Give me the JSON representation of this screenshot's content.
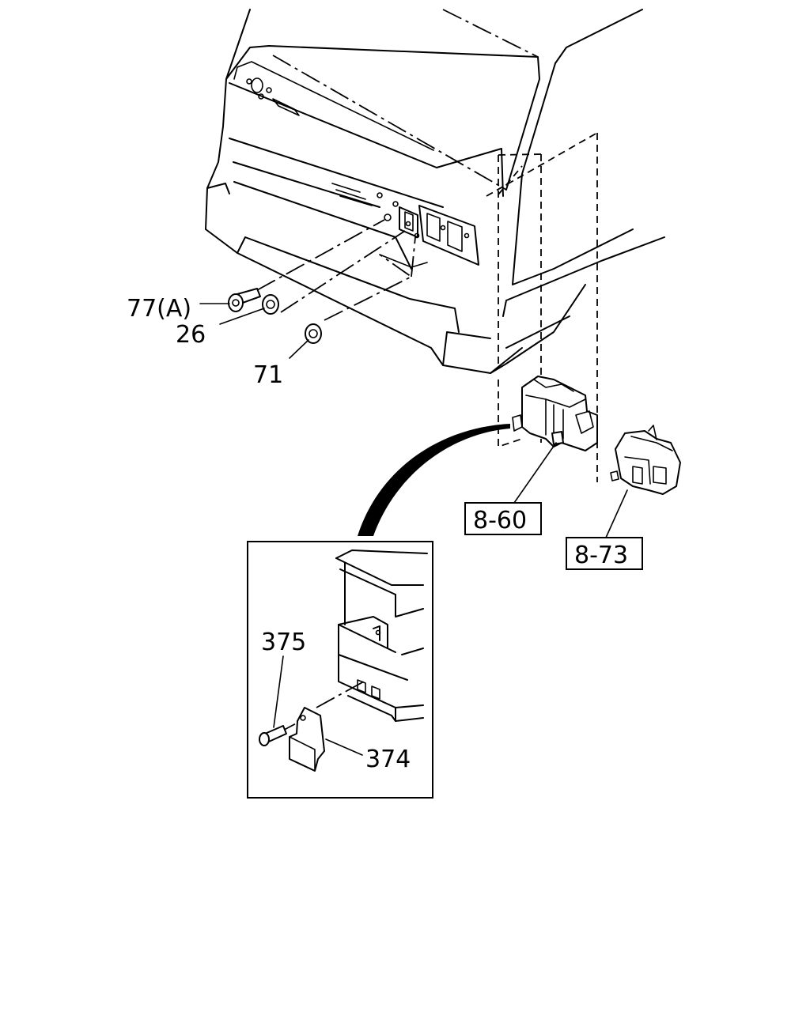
{
  "callouts": {
    "c77a": "77(A)",
    "c26": "26",
    "c71": "71",
    "c375": "375",
    "c374": "374"
  },
  "references": {
    "r860": "8-60",
    "r873": "8-73"
  }
}
